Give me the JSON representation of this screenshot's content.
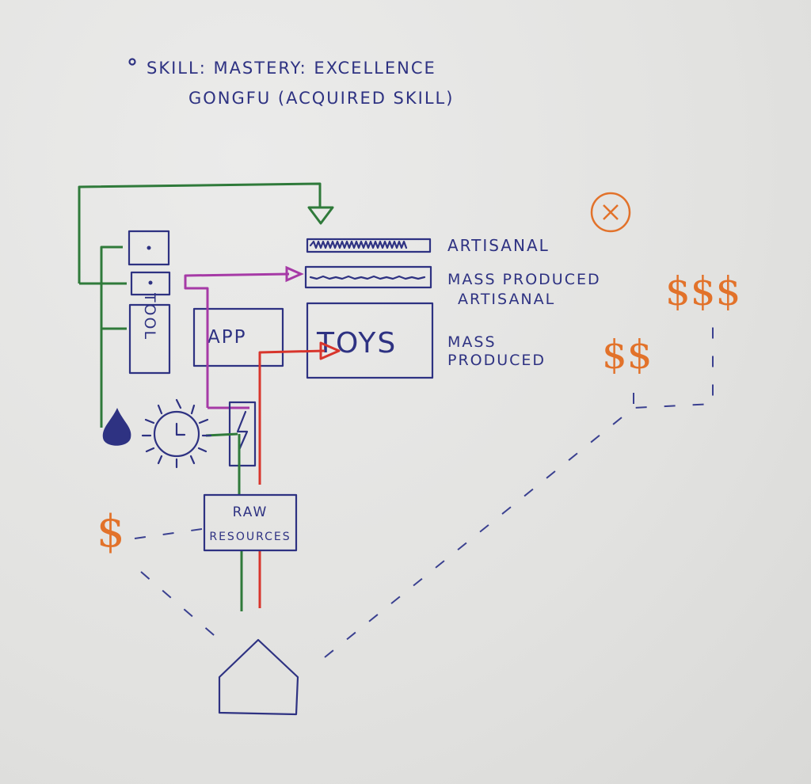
{
  "header": {
    "line1": "SKILL: MASTERY: EXCELLENCE",
    "line2": "GONGFU (ACQUIRED SKILL)"
  },
  "tiers": [
    {
      "label": "ARTISANAL",
      "price": ""
    },
    {
      "label_line1": "MASS PRODUCED",
      "label_line2": "ARTISANAL",
      "price": "$$$"
    },
    {
      "label_line1": "MASS",
      "label_line2": "PRODUCED",
      "price": "$$"
    }
  ],
  "boxes": {
    "tool": "TOOL",
    "app": "APP",
    "toys": "TOYS",
    "raw_line1": "RAW",
    "raw_line2": "RESOURCES"
  },
  "raw_price": "$",
  "colors": {
    "ink": "#2e3282",
    "green": "#2f7a3a",
    "purple": "#a63aa6",
    "red": "#d8352c",
    "orange": "#e2722a"
  }
}
